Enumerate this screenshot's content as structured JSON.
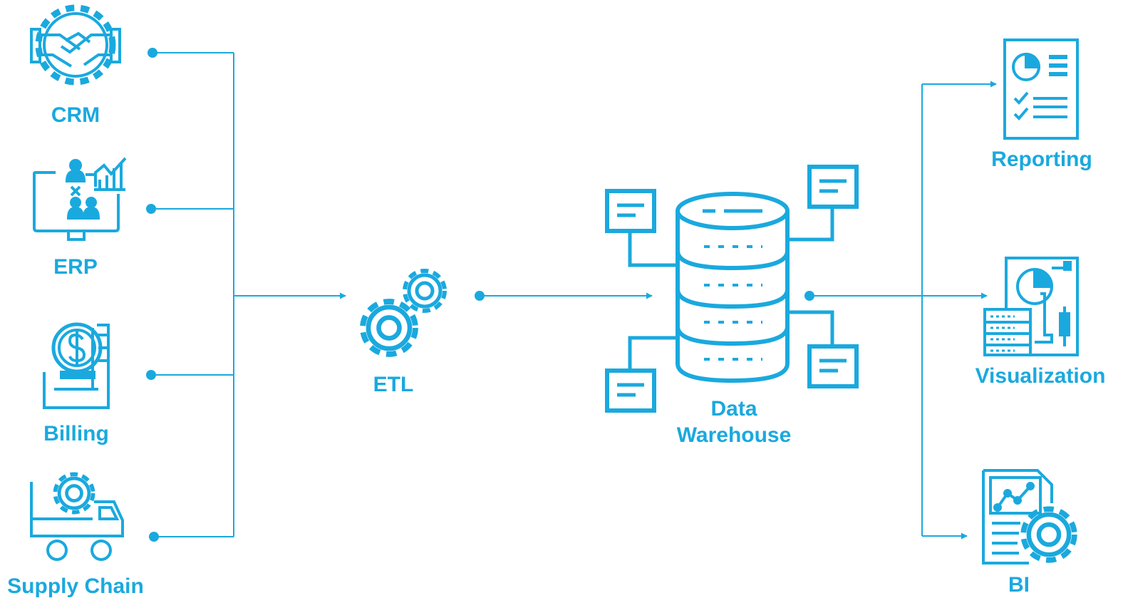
{
  "colors": {
    "accent": "#1aa9de"
  },
  "sources": [
    {
      "label": "CRM",
      "icon": "handshake-gear-icon"
    },
    {
      "label": "ERP",
      "icon": "monitor-org-chart-icon"
    },
    {
      "label": "Billing",
      "icon": "invoice-dollar-icon"
    },
    {
      "label": "Supply Chain",
      "icon": "truck-gear-icon"
    }
  ],
  "etl": {
    "label": "ETL",
    "icon": "gears-icon"
  },
  "warehouse": {
    "label_line1": "Data",
    "label_line2": "Warehouse",
    "icon": "database-icon"
  },
  "outputs": [
    {
      "label": "Reporting",
      "icon": "report-document-icon"
    },
    {
      "label": "Visualization",
      "icon": "dashboard-server-icon"
    },
    {
      "label": "BI",
      "icon": "chart-document-gear-icon"
    }
  ]
}
